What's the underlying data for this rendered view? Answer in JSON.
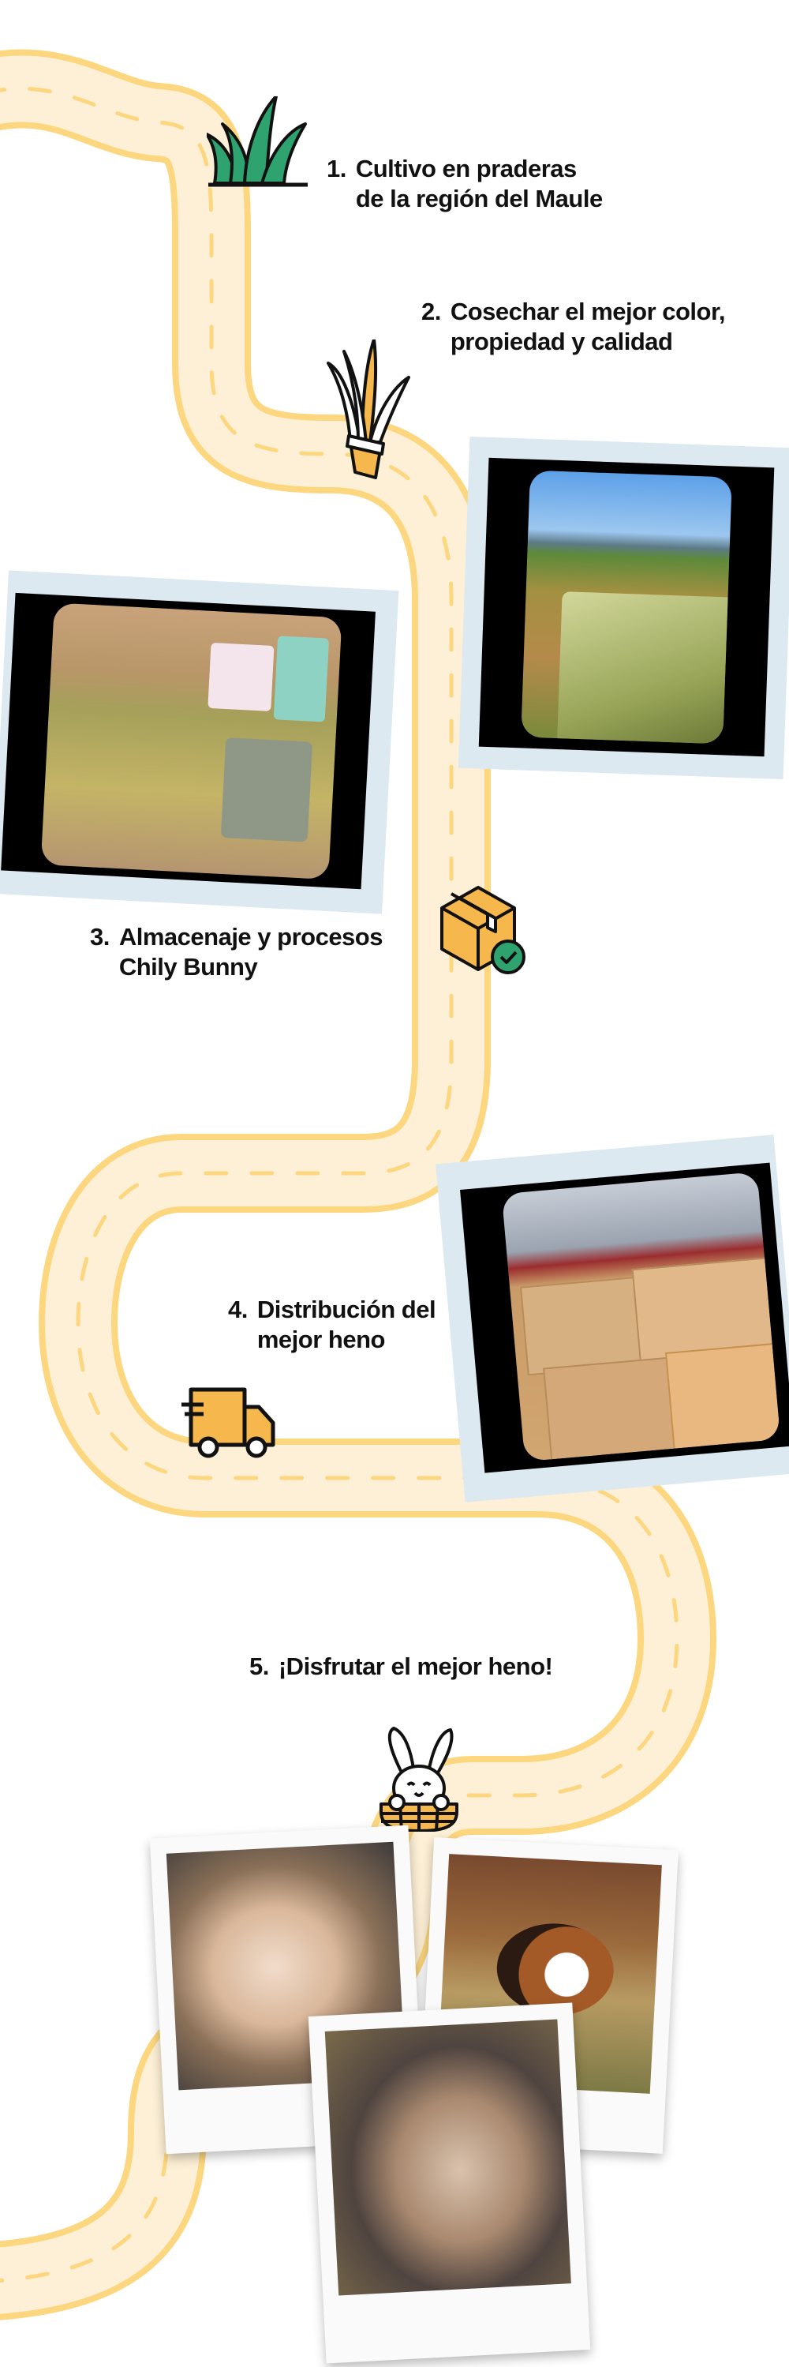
{
  "colors": {
    "road_border": "#fdd77f",
    "road_fill": "#fdf0d6",
    "frame": "#dde9f0",
    "icon_accent": "#f6b84c",
    "grass_green": "#2ea36f",
    "check_green": "#2ea36f"
  },
  "steps": [
    {
      "number": "1.",
      "lines": [
        "Cultivo en praderas",
        "de la región del Maule"
      ],
      "icon": "grass-icon"
    },
    {
      "number": "2.",
      "lines": [
        "Cosechar el mejor color,",
        "propiedad y calidad"
      ],
      "icon": "hay-bundle-icon"
    },
    {
      "number": "3.",
      "lines": [
        "Almacenaje y procesos",
        "Chily Bunny"
      ],
      "icon": "package-check-icon"
    },
    {
      "number": "4.",
      "lines": [
        "Distribución del",
        "mejor heno"
      ],
      "icon": "delivery-truck-icon"
    },
    {
      "number": "5.",
      "lines": [
        "¡Disfrutar el mejor heno!"
      ],
      "icon": "bunny-basket-icon"
    }
  ]
}
